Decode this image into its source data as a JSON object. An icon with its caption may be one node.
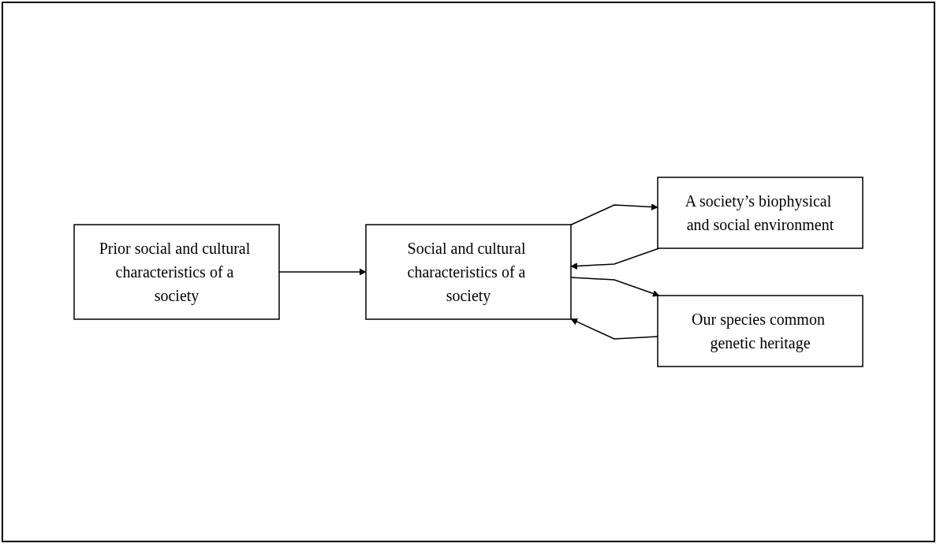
{
  "diagram": {
    "nodes": [
      {
        "text": [
          "Prior social and cultural characteristics of a society"
        ]
      },
      {
        "text": [
          "Social and cultural characteristics of a society"
        ]
      },
      {
        "text": [
          "A society’s biophysical and social environment"
        ]
      },
      {
        "text": [
          "Our species common genetic heritage"
        ]
      }
    ],
    "edges": [
      {
        "from": 0,
        "to": 1,
        "arrow": "to"
      },
      {
        "from": 2,
        "to": 1,
        "arrow": "to"
      },
      {
        "from": 1,
        "to": 2,
        "arrow": "to"
      },
      {
        "from": 3,
        "to": 1,
        "arrow": "to"
      },
      {
        "from": 1,
        "to": 3,
        "arrow": "to"
      }
    ]
  }
}
